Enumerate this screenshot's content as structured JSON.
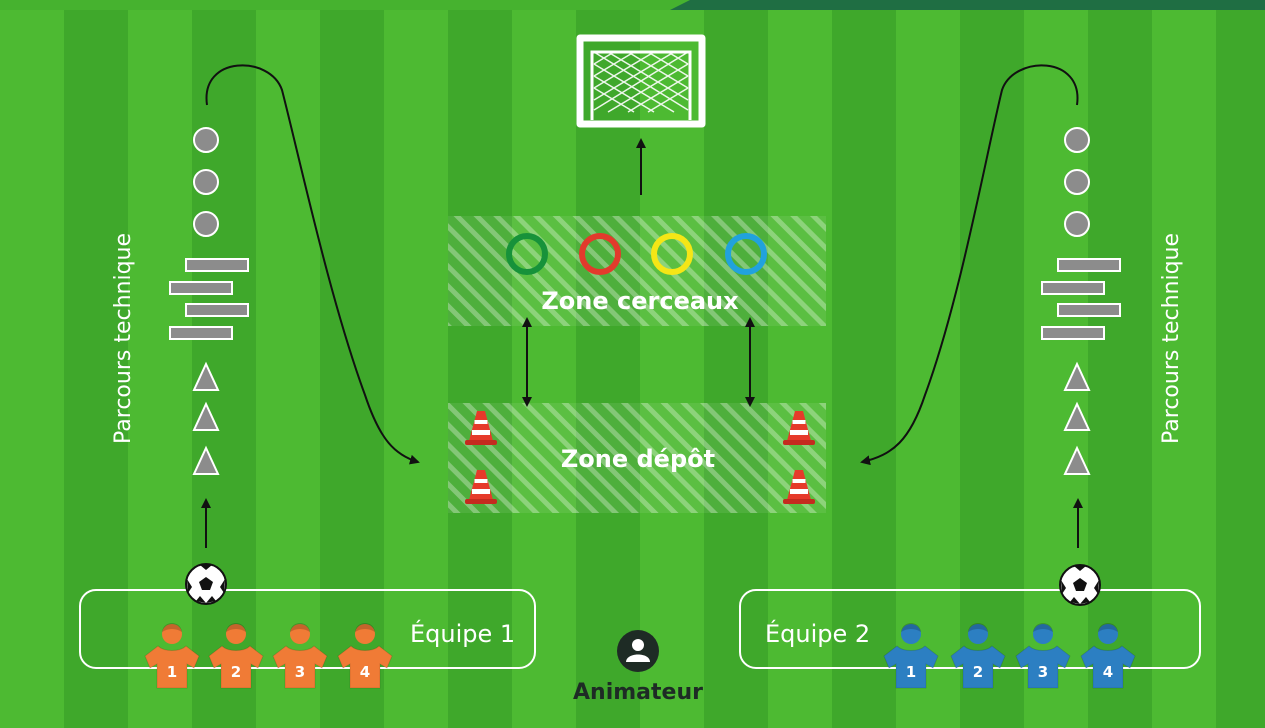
{
  "labels": {
    "left_course": "Parcours technique",
    "right_course": "Parcours technique",
    "zone_hoops": "Zone cerceaux",
    "zone_drop": "Zone dépôt",
    "team1": "Équipe 1",
    "team2": "Équipe 2",
    "animator": "Animateur"
  },
  "team1_players": [
    "1",
    "2",
    "3",
    "4"
  ],
  "team2_players": [
    "1",
    "2",
    "3",
    "4"
  ],
  "hoops": [
    {
      "color_name": "green",
      "color": "#17923a"
    },
    {
      "color_name": "red",
      "color": "#e23a2c"
    },
    {
      "color_name": "yellow",
      "color": "#f5e616"
    },
    {
      "color_name": "blue",
      "color": "#21a2dd"
    }
  ],
  "colors": {
    "field_light": "#4dba32",
    "field_dark": "#3fa82b",
    "team1": "#f07b36",
    "team2": "#2c7fc2",
    "top_bar": "#1f6e43"
  }
}
